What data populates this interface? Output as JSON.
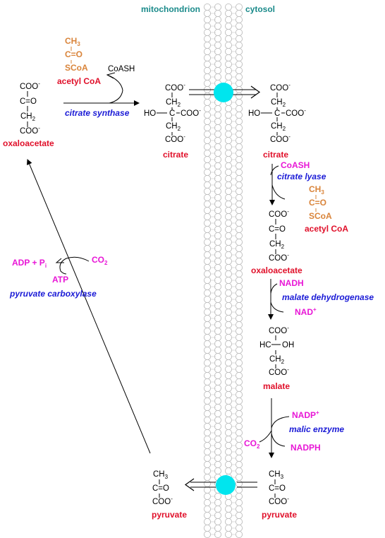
{
  "compartments": {
    "left": "mitochondrion",
    "right": "cytosol"
  },
  "colors": {
    "compound_label": "#e0102a",
    "cofactor": "#e816d6",
    "enzyme": "#1a1ad6",
    "acetyl_coa_structure": "#d9843a",
    "compartment_label": "#1a8a8a",
    "transporter": "#00e5ee"
  },
  "mito": {
    "oxaloacetate": {
      "line1": "COO",
      "line2": "C=O",
      "line3": "CH",
      "line4": "COO",
      "label": "oxaloacetate"
    },
    "acetyl_coa": {
      "line1": "CH",
      "line2": "C=O",
      "line3": "SCoA",
      "label": "acetyl CoA"
    },
    "coash": "CoASH",
    "citrate_synthase": "citrate synthase",
    "citrate": {
      "line1": "COO",
      "line2": "CH",
      "line3a": "HO",
      "line3b": "C",
      "line3c": "COO",
      "line4": "CH",
      "line5": "COO",
      "label": "citrate"
    },
    "pyruvate": {
      "line1": "CH",
      "line2": "C=O",
      "line3": "COO",
      "label": "pyruvate"
    },
    "adp_pi": "ADP + P",
    "adp_pi_sub": "i",
    "co2": "CO",
    "co2_sub": "2",
    "atp": "ATP",
    "pyruvate_carboxylase": "pyruvate carboxylase"
  },
  "cyto": {
    "citrate": {
      "line1": "COO",
      "line2": "CH",
      "line3a": "HO",
      "line3b": "C",
      "line3c": "COO",
      "line4": "CH",
      "line5": "COO",
      "label": "citrate"
    },
    "coash": "CoASH",
    "citrate_lyase": "citrate lyase",
    "acetyl_coa": {
      "line1": "CH",
      "line2": "C=O",
      "line3": "SCoA",
      "label": "acetyl CoA"
    },
    "oxaloacetate": {
      "line1": "COO",
      "line2": "C=O",
      "line3": "CH",
      "line4": "COO",
      "label": "oxaloacetate"
    },
    "nadh": "NADH",
    "malate_dehydrogenase": "malate dehydrogenase",
    "nad": "NAD",
    "nad_sup": "+",
    "malate": {
      "line1": "COO",
      "line2a": "HC",
      "line2b": "OH",
      "line3": "CH",
      "line4": "COO",
      "label": "malate"
    },
    "nadp": "NADP",
    "nadp_sup": "+",
    "malic_enzyme": "malic enzyme",
    "co2": "CO",
    "co2_sub": "2",
    "nadph": "NADPH",
    "pyruvate": {
      "line1": "CH",
      "line2": "C=O",
      "line3": "COO",
      "label": "pyruvate"
    }
  },
  "sub": {
    "two": "2",
    "three": "3",
    "minus": "-",
    "plus": "+"
  }
}
